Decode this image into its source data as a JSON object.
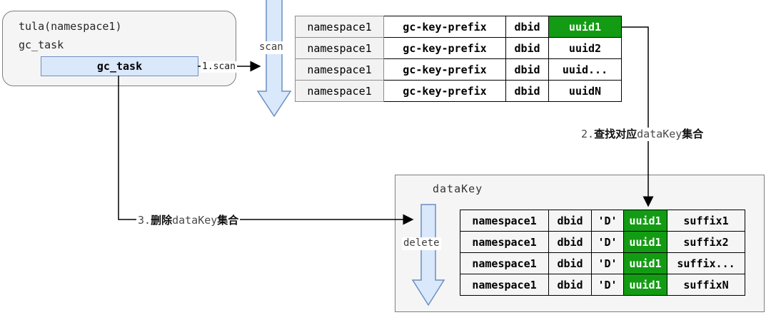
{
  "colors": {
    "green": "#149b14",
    "blue-fill": "#dae8fc",
    "blue-stroke": "#6c8ebf",
    "box-fill": "#f5f5f5",
    "box-border": "#7f7f7f",
    "ns-fill": "#f2f2f2"
  },
  "task_box": {
    "line1": "tula(namespace1)",
    "line2": "gc_task",
    "button_label": "gc_task"
  },
  "labels": {
    "step1": "1.scan",
    "scan": "scan",
    "delete": "delete",
    "step2": {
      "num": "2.",
      "action": "查找对应",
      "key": "dataKey",
      "tail": "集合"
    },
    "step3": {
      "num": "3.",
      "action": "删除",
      "key": "dataKey",
      "tail": "集合"
    }
  },
  "gc_table": {
    "rows": [
      [
        "namespace1",
        "gc-key-prefix",
        "dbid",
        "uuid1"
      ],
      [
        "namespace1",
        "gc-key-prefix",
        "dbid",
        "uuid2"
      ],
      [
        "namespace1",
        "gc-key-prefix",
        "dbid",
        "uuid..."
      ],
      [
        "namespace1",
        "gc-key-prefix",
        "dbid",
        "uuidN"
      ]
    ],
    "highlight_cell": "row 1, column uuid1"
  },
  "datakey_table": {
    "title": "dataKey",
    "rows": [
      [
        "namespace1",
        "dbid",
        "'D'",
        "uuid1",
        "suffix1"
      ],
      [
        "namespace1",
        "dbid",
        "'D'",
        "uuid1",
        "suffix2"
      ],
      [
        "namespace1",
        "dbid",
        "'D'",
        "uuid1",
        "suffix..."
      ],
      [
        "namespace1",
        "dbid",
        "'D'",
        "uuid1",
        "suffixN"
      ]
    ],
    "highlight_column": "uuid1"
  }
}
